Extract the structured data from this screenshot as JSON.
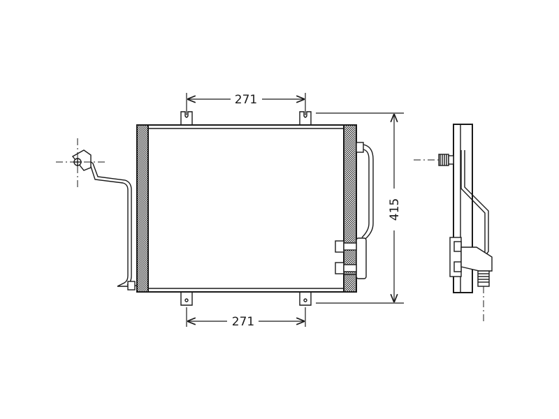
{
  "drawing": {
    "dimensions": {
      "top_width": "271",
      "bottom_width": "271",
      "height": "415"
    },
    "colors": {
      "line": "#1a1a1a",
      "hatch": "#555555",
      "background": "#ffffff"
    }
  }
}
